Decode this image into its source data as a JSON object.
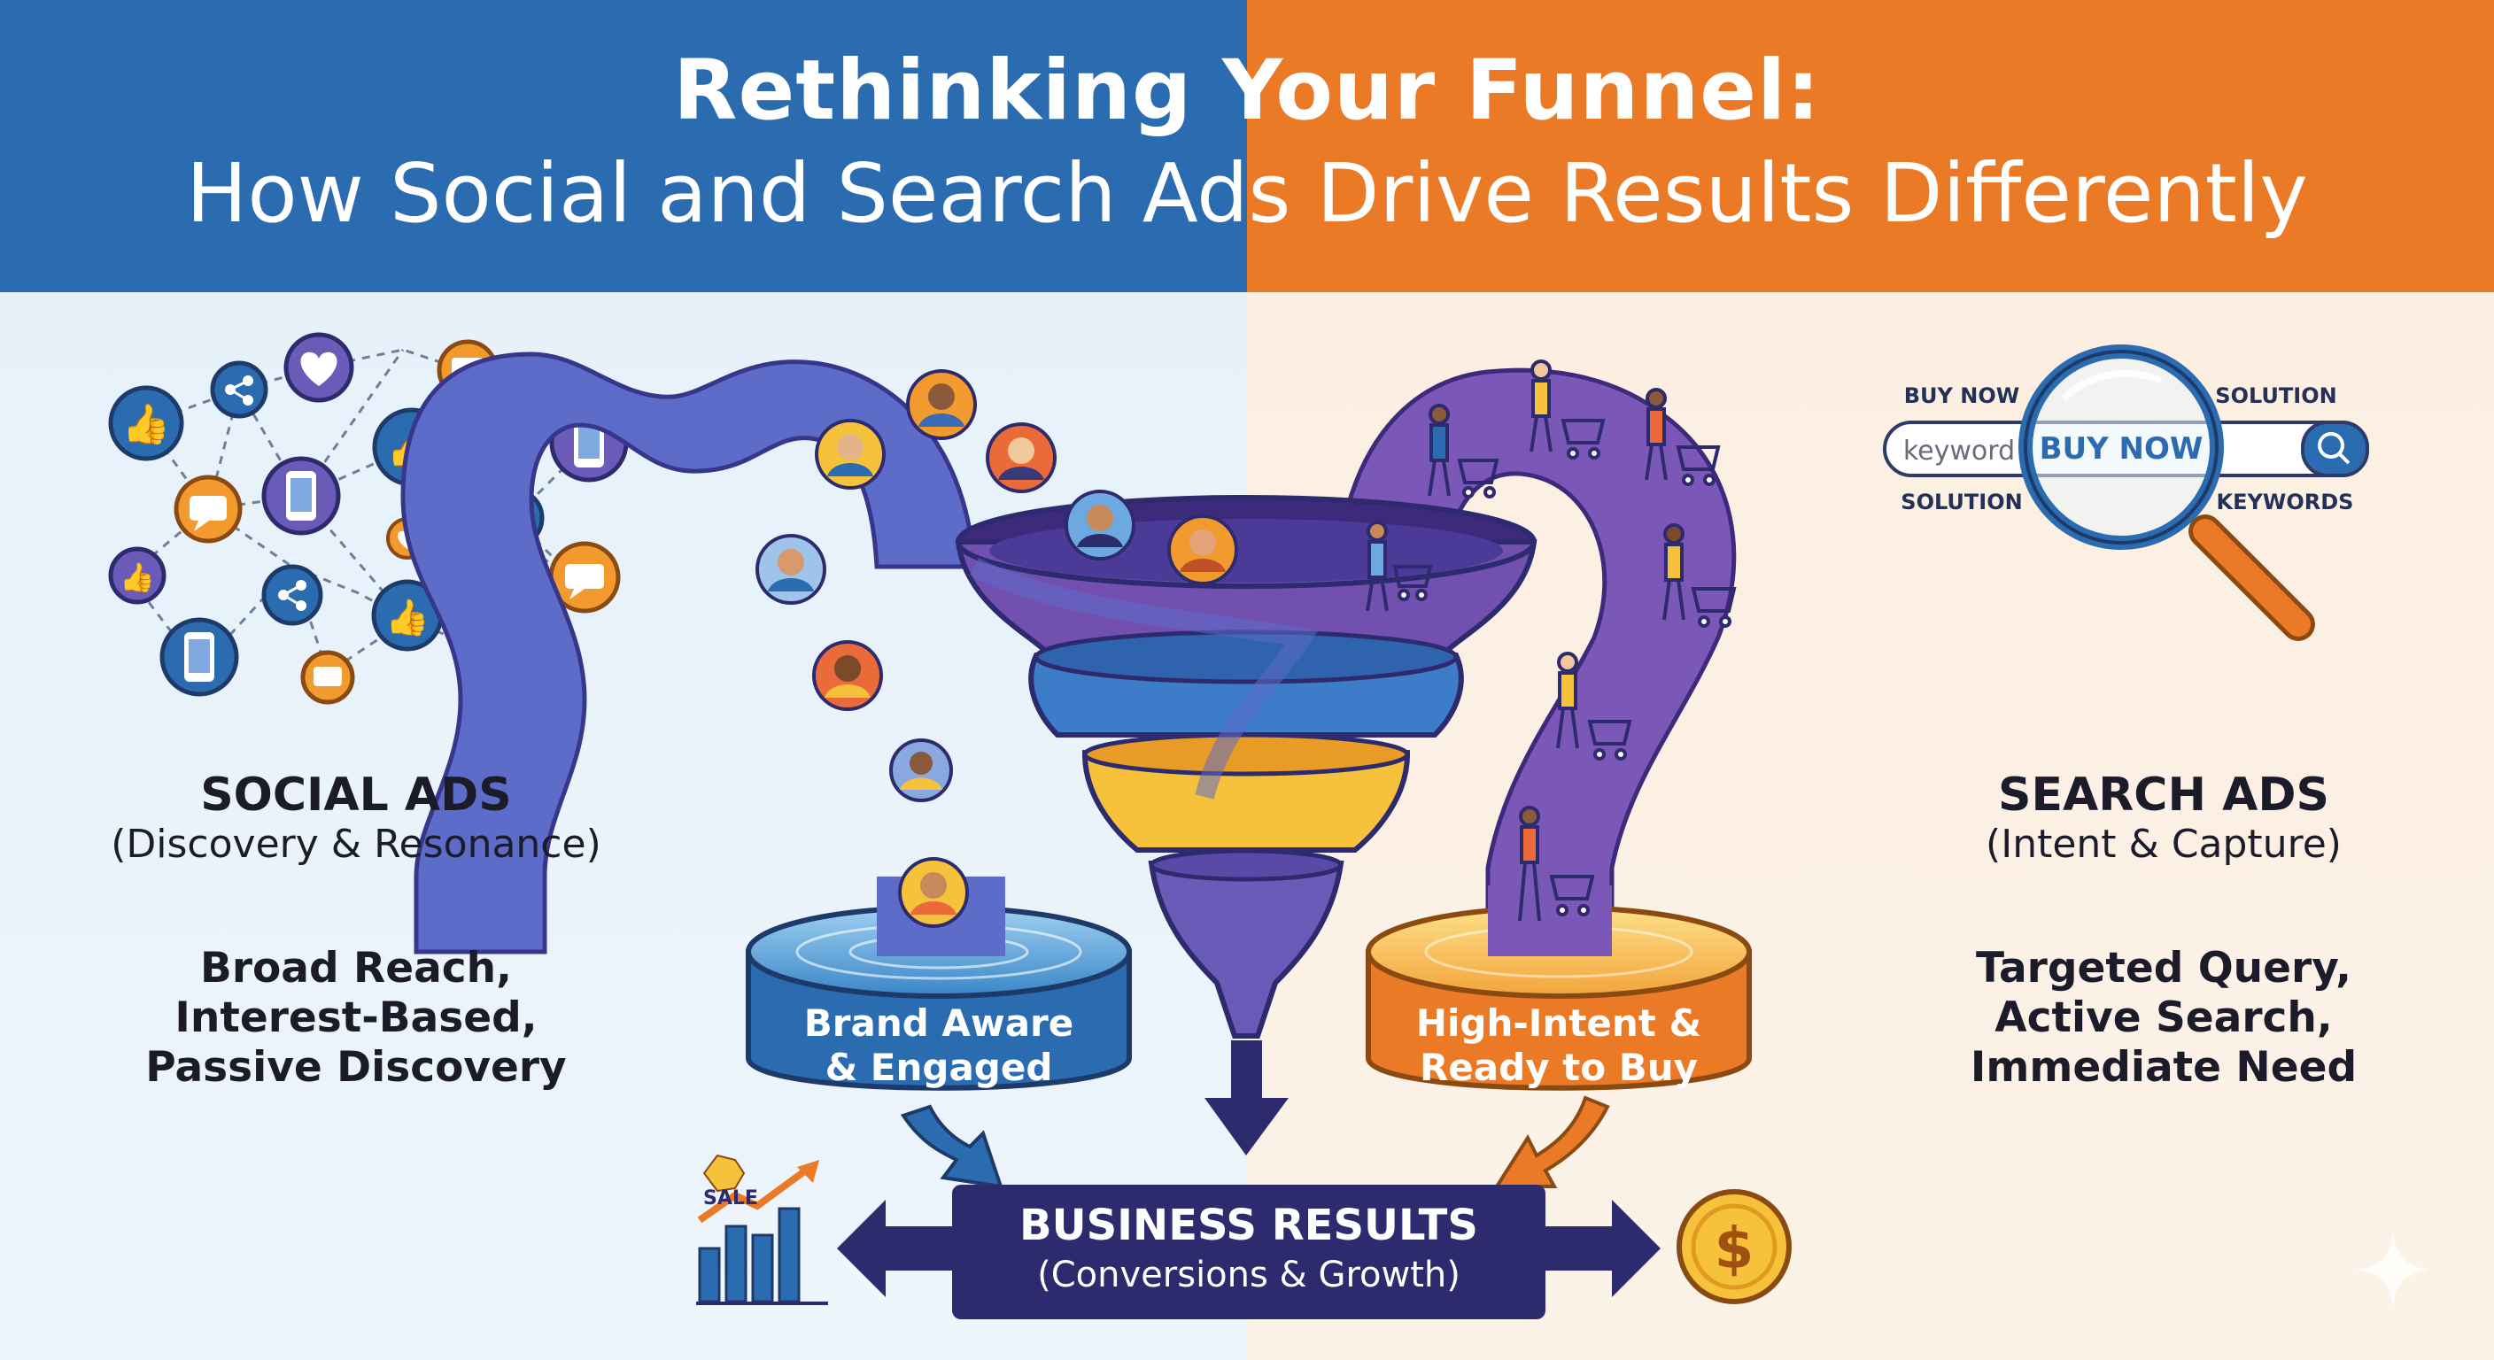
{
  "header": {
    "title": "Rethinking Your Funnel:",
    "subtitle": "How Social and Search Ads Drive Results Differently"
  },
  "social": {
    "title": "SOCIAL ADS",
    "subtitle": "(Discovery & Resonance)",
    "desc_1": "Broad Reach,",
    "desc_2": "Interest-Based,",
    "desc_3": "Passive Discovery",
    "pool_line_1": "Brand Aware",
    "pool_line_2": "& Engaged"
  },
  "search": {
    "title": "SEARCH ADS",
    "subtitle": "(Intent & Capture)",
    "desc_1": "Targeted Query,",
    "desc_2": "Active Search,",
    "desc_3": "Immediate Need",
    "pool_line_1": "High-Intent &",
    "pool_line_2": "Ready to Buy",
    "search_bar": {
      "input_value": "keyword",
      "highlight": "BUY NOW",
      "tag_top_left": "BUY NOW",
      "tag_top_right": "SOLUTION",
      "tag_bottom_left": "SOLUTION",
      "tag_bottom_right": "KEYWORDS"
    }
  },
  "results": {
    "title": "BUSINESS RESULTS",
    "subtitle": "(Conversions & Growth)",
    "sale_badge": "SALE",
    "coin_symbol": "$"
  },
  "colors": {
    "blue": "#2b6cb0",
    "orange": "#ea7a26",
    "purple": "#6b5bb8",
    "navy": "#2e2a6e",
    "yellow": "#f6c23b"
  },
  "icons": [
    "thumbs-up-icon",
    "heart-icon",
    "share-icon",
    "chat-icon",
    "phone-icon",
    "magnifier-icon",
    "shopping-cart-icon",
    "sale-chart-icon",
    "dollar-coin-icon"
  ]
}
